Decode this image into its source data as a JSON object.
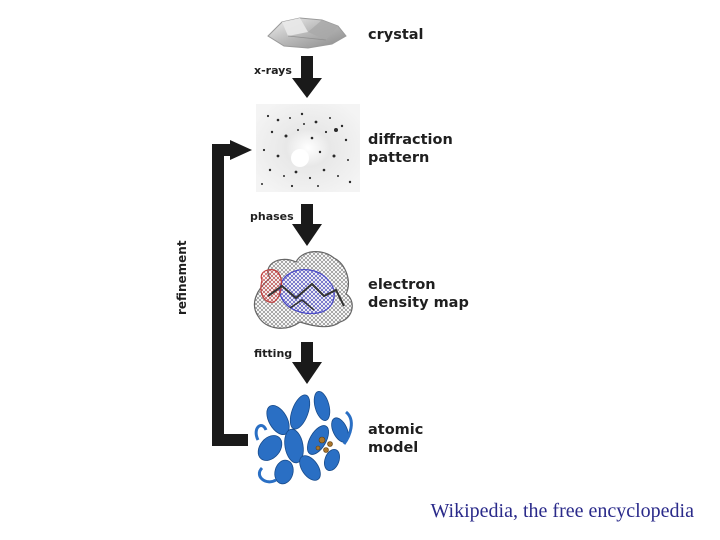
{
  "stages": {
    "crystal": {
      "label": "crystal"
    },
    "diffraction": {
      "line1": "diffraction",
      "line2": "pattern"
    },
    "density": {
      "line1": "electron",
      "line2": "density map"
    },
    "model": {
      "line1": "atomic",
      "line2": "model"
    }
  },
  "arrows": {
    "xrays": "x-rays",
    "phases": "phases",
    "fitting": "fitting"
  },
  "feedback": {
    "label": "refinement"
  },
  "caption": "Wikipedia, the free encyclopedia",
  "colors": {
    "arrow": "#1a1a1a",
    "caption": "#2a2a8a",
    "density_blue": "#4a4ac8",
    "density_red": "#c04040",
    "protein_blue": "#2a6fc4"
  }
}
